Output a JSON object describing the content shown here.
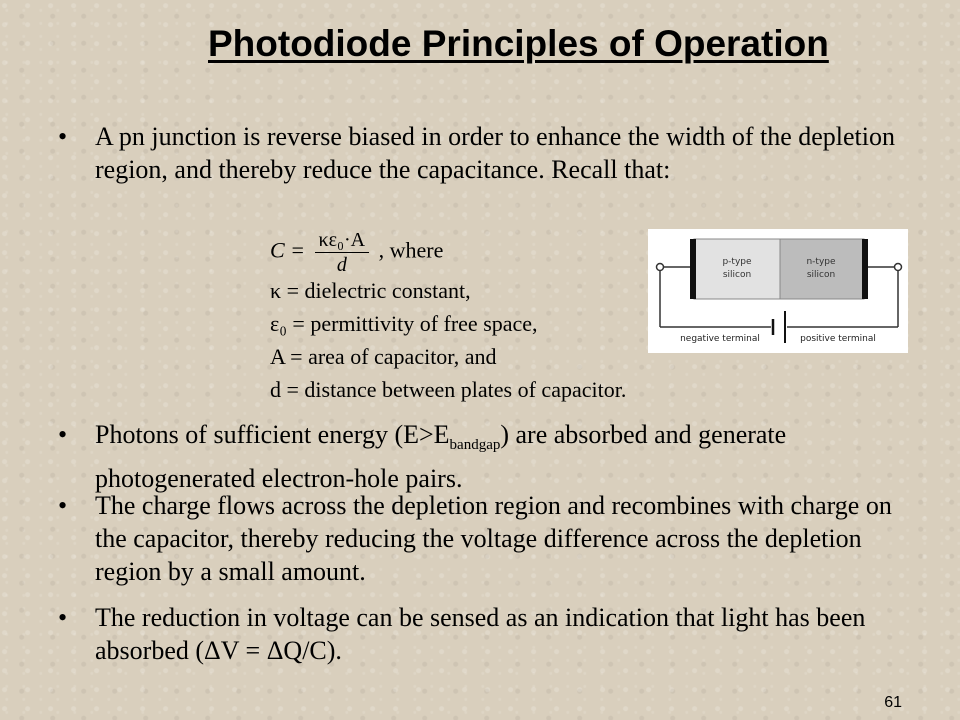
{
  "slide": {
    "title": "Photodiode Principles of Operation",
    "page_number": "61"
  },
  "bullets": {
    "b1": "A pn junction is reverse biased in order to enhance the width of the depletion region, and thereby reduce the capacitance. Recall that:",
    "b2_pre": "Photons of sufficient energy (E>E",
    "b2_sub": "bandgap",
    "b2_post": ") are absorbed and generate photogenerated electron-hole pairs.",
    "b3": "The charge flows across the depletion region and recombines with charge on the capacitor, thereby reducing the voltage difference across the depletion region by a small amount.",
    "b4": "The reduction in voltage can be sensed as an indication that light has been absorbed (ΔV = ΔQ/C)."
  },
  "formulas": {
    "lhs": "C =",
    "num": "κε₀·A",
    "den": "d",
    "where": ", where",
    "kappa": "κ = dielectric constant,",
    "eps": "ε₀ = permittivity of free space,",
    "area": "A = area of capacitor, and",
    "dist": "d = distance between plates of capacitor."
  },
  "diagram": {
    "p_label_1": "p-type",
    "p_label_2": "silicon",
    "n_label_1": "n-type",
    "n_label_2": "silicon",
    "neg_label": "negative terminal",
    "pos_label": "positive terminal"
  }
}
